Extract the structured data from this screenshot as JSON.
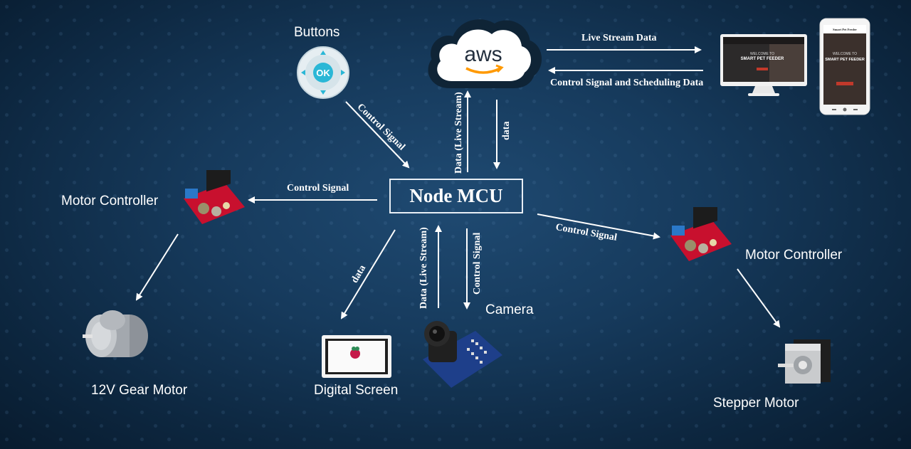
{
  "node": "Node MCU",
  "cloud_label": "aws",
  "labels": {
    "buttons": "Buttons",
    "ok": "OK",
    "motor_controller_left": "Motor Controller",
    "motor_controller_right": "Motor Controller",
    "gear_motor": "12V Gear Motor",
    "digital_screen": "Digital Screen",
    "camera": "Camera",
    "stepper_motor": "Stepper Motor"
  },
  "edges": {
    "live_stream_data": "Live Stream Data",
    "control_scheduling": "Control Signal and Scheduling Data",
    "data_live_stream_up": "Data (Live Stream)",
    "data_down": "data",
    "buttons_control": "Control Signal",
    "left_control": "Control Signal",
    "right_control": "Control Signal",
    "screen_data": "data",
    "camera_data": "Data (Live Stream)",
    "camera_control": "Control Signal"
  },
  "app": {
    "title": "Smart Pet Feeder",
    "welcome": "WELCOME TO",
    "name": "SMART PET FEEDER"
  },
  "colors": {
    "background": "#163a5c",
    "line": "#ffffff",
    "aws_orange": "#f90"
  }
}
